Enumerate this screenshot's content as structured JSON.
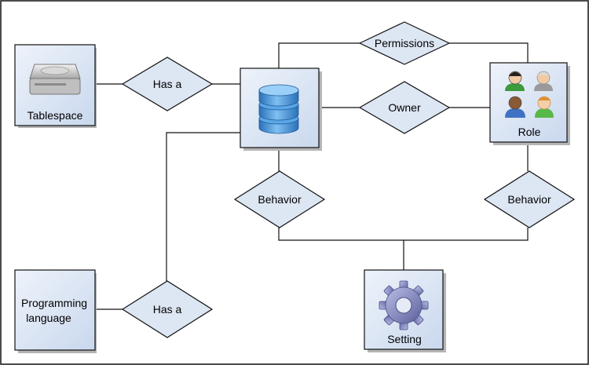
{
  "diagram": {
    "entities": {
      "tablespace": "Tablespace",
      "database": "",
      "role": "Role",
      "programming_line1": "Programming",
      "programming_line2": "language",
      "setting": "Setting"
    },
    "relationships": {
      "has_a_top": "Has a",
      "permissions": "Permissions",
      "owner": "Owner",
      "behavior_left": "Behavior",
      "behavior_right": "Behavior",
      "has_a_bottom": "Has a"
    },
    "icons": {
      "tablespace": "hard-drive-icon",
      "database": "database-cylinder-icon",
      "role": "people-group-icon",
      "setting": "gear-icon"
    },
    "colors": {
      "box_fill": "#d6e1f1",
      "diamond_fill": "#dde6f3",
      "database_blue": "#3d8fd6",
      "gear": "#7b7fb8"
    }
  }
}
